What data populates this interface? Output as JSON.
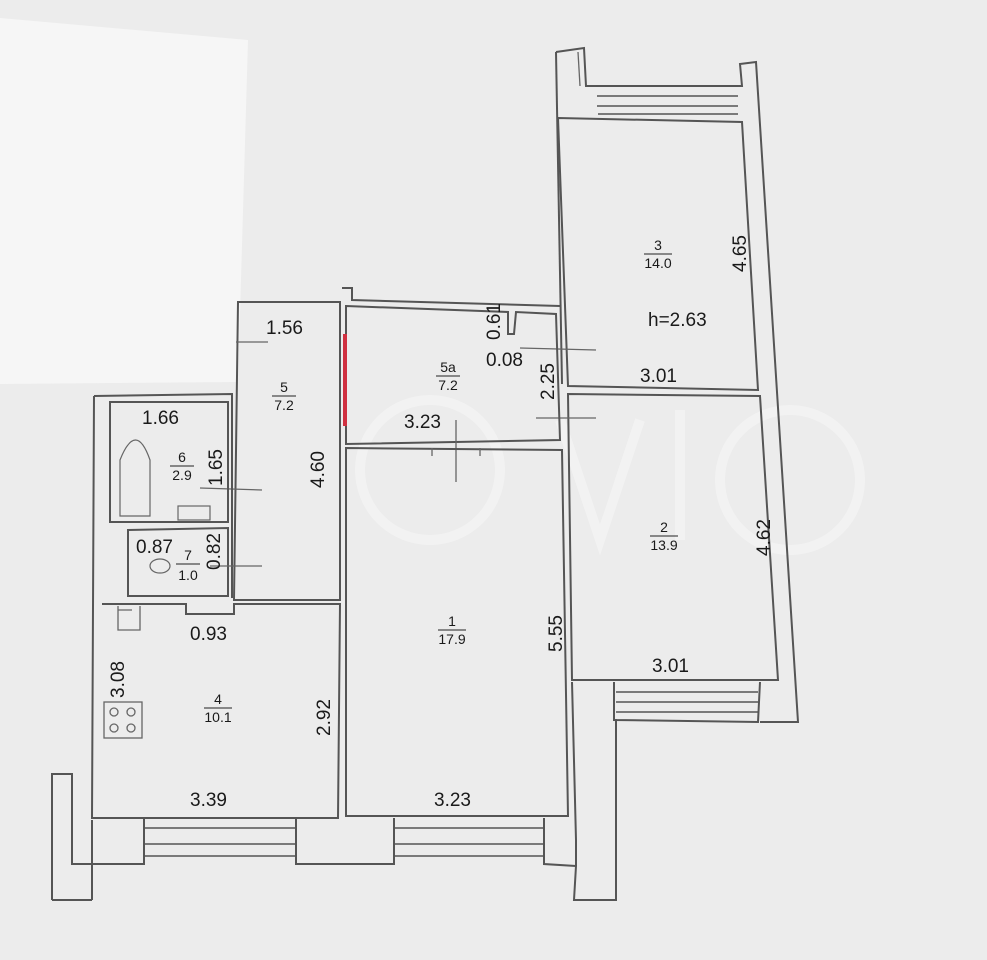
{
  "rooms": [
    {
      "number": "3",
      "area": "14.0"
    },
    {
      "number": "5a",
      "area": "7.2"
    },
    {
      "number": "5",
      "area": "7.2"
    },
    {
      "number": "6",
      "area": "2.9"
    },
    {
      "number": "7",
      "area": "1.0"
    },
    {
      "number": "2",
      "area": "13.9"
    },
    {
      "number": "1",
      "area": "17.9"
    },
    {
      "number": "4",
      "area": "10.1"
    }
  ],
  "dimensions": [
    "4.65",
    "h=2.63",
    "3.01",
    "1.56",
    "0.61",
    "0.08",
    "2.25",
    "3.23",
    "1.66",
    "1.65",
    "4.60",
    "0.87",
    "0.82",
    "4.62",
    "0.93",
    "5.55",
    "3.01",
    "3.08",
    "2.92",
    "3.39",
    "3.23"
  ]
}
